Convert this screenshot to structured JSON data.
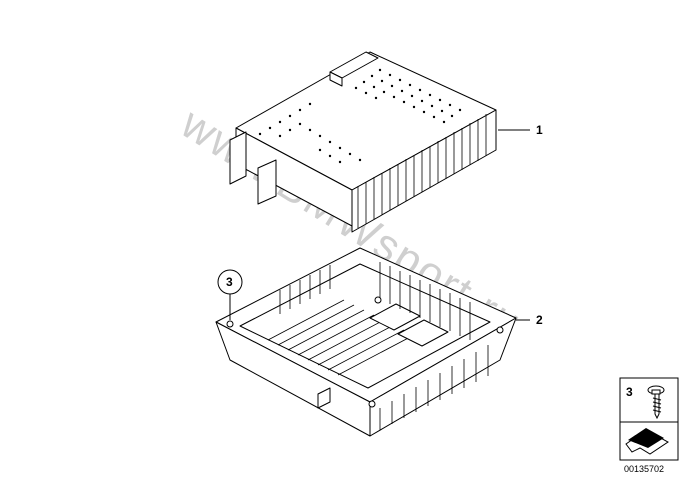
{
  "watermark": "www.BMWsport.ru",
  "parts": [
    {
      "number": "1",
      "name": "amplifier"
    },
    {
      "number": "2",
      "name": "mounting-tray"
    },
    {
      "number": "3"
    }
  ],
  "legend": {
    "item_number": "3"
  },
  "diagram_id": "00135702"
}
